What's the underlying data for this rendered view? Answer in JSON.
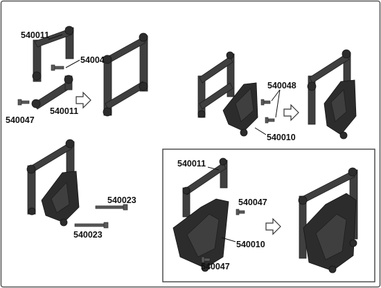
{
  "labels": {
    "s1_top": "540011",
    "s1_bolt_right": "540047",
    "s1_bolt_left": "540047",
    "s1_bottom": "540011",
    "s2_bolt": "540048",
    "s2_mount": "540010",
    "s3_upper": "540023",
    "s3_lower": "540023",
    "s4_frame": "540011",
    "s4_bolt_top": "540047",
    "s4_mount": "540010",
    "s4_bolt_bottom": "540047"
  },
  "colors": {
    "part": "#3f3f3f",
    "outline": "#5a5a5a"
  },
  "icons": [
    "right-arrow-icon"
  ]
}
